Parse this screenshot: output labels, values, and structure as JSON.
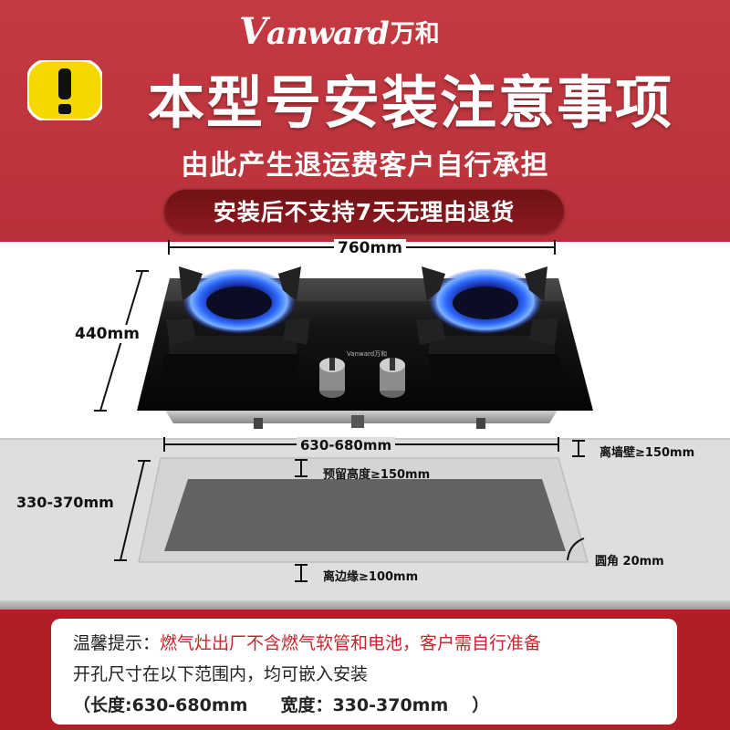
{
  "brand": {
    "name_en_initial": "V",
    "name_en_rest": "anward",
    "name_cn": "万和"
  },
  "header": {
    "headline": "本型号安装注意事项",
    "subline": "由此产生退运费客户自行承担",
    "badge": "安装后不支持7天无理由退货"
  },
  "product": {
    "width_label": "760mm",
    "depth_label": "440mm",
    "panel_logo": "Vanward万和"
  },
  "cutout": {
    "length_label": "630-680mm",
    "width_label": "330-370mm",
    "wall_clearance": "离墙壁≥150mm",
    "reserved_height": "预留高度≥150mm",
    "edge_clearance": "离边缘≥100mm",
    "corner_radius": "圆角 20mm"
  },
  "note": {
    "prefix": "温馨提示：",
    "line1": "燃气灶出厂不含燃气软管和电池，客户需自行准备",
    "line2": "开孔尺寸在以下范围内，均可嵌入安装",
    "line3_open": "（",
    "length_key": "长度:",
    "length_val": "630-680mm",
    "width_key": "宽度：",
    "width_val": "330-370mm",
    "line3_close": "）"
  },
  "colors": {
    "brand_red": "#c43a42",
    "dark_red": "#8d1a20",
    "warning_yellow": "#f5d800",
    "flame_blue": "#1f5cff"
  }
}
